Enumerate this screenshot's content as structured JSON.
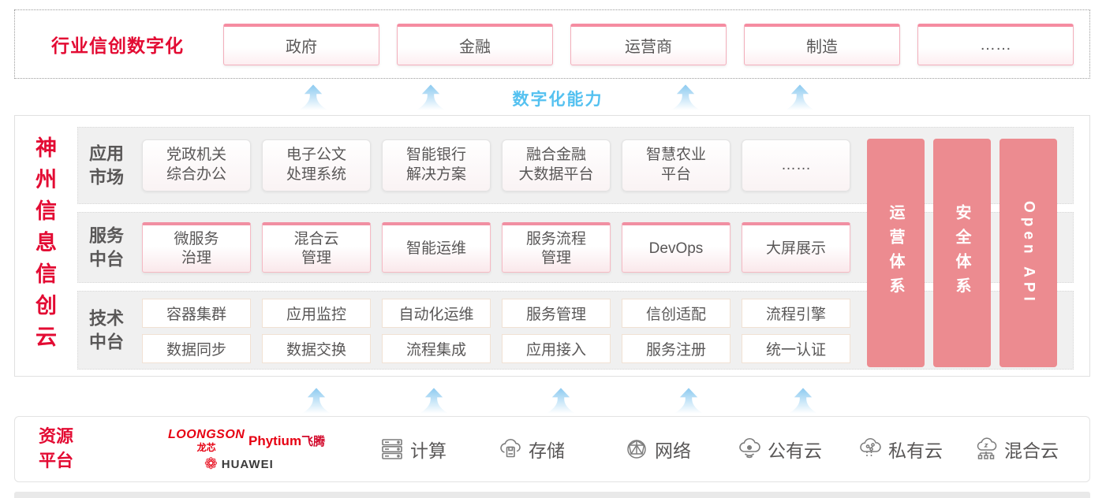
{
  "colors": {
    "red": "#e30b33",
    "pink_pillar": "#ec8b90",
    "blue": "#54c1f0"
  },
  "top_band": {
    "title": "行业信创数字化",
    "industries": [
      "政府",
      "金融",
      "运营商",
      "制造",
      "……"
    ]
  },
  "capability_label": "数字化能力",
  "platform": {
    "title": "神州信息信创云",
    "rows": [
      {
        "label": "应用\n市场",
        "items": [
          "党政机关\n综合办公",
          "电子公文\n处理系统",
          "智能银行\n解决方案",
          "融合金融\n大数据平台",
          "智慧农业\n平台",
          "……"
        ]
      },
      {
        "label": "服务\n中台",
        "items": [
          "微服务\n治理",
          "混合云\n管理",
          "智能运维",
          "服务流程\n管理",
          "DevOps",
          "大屏展示"
        ]
      },
      {
        "label": "技术\n中台",
        "items_row1": [
          "容器集群",
          "应用监控",
          "自动化运维",
          "服务管理",
          "信创适配",
          "流程引擎"
        ],
        "items_row2": [
          "数据同步",
          "数据交换",
          "流程集成",
          "应用接入",
          "服务注册",
          "统一认证"
        ]
      }
    ],
    "pillars": [
      "运营体系",
      "安全体系",
      "Open API"
    ]
  },
  "resources": {
    "label": "资源\n平台",
    "vendors": {
      "loongson": "LOONGSON",
      "loongson_cn": "龙芯",
      "phytium": "Phytium",
      "phytium_cn": "飞腾",
      "huawei": "HUAWEI"
    },
    "items": [
      {
        "icon": "compute-icon",
        "label": "计算"
      },
      {
        "icon": "storage-icon",
        "label": "存储"
      },
      {
        "icon": "network-icon",
        "label": "网络"
      },
      {
        "icon": "public-cloud-icon",
        "label": "公有云"
      },
      {
        "icon": "private-cloud-icon",
        "label": "私有云"
      },
      {
        "icon": "hybrid-cloud-icon",
        "label": "混合云"
      }
    ]
  }
}
